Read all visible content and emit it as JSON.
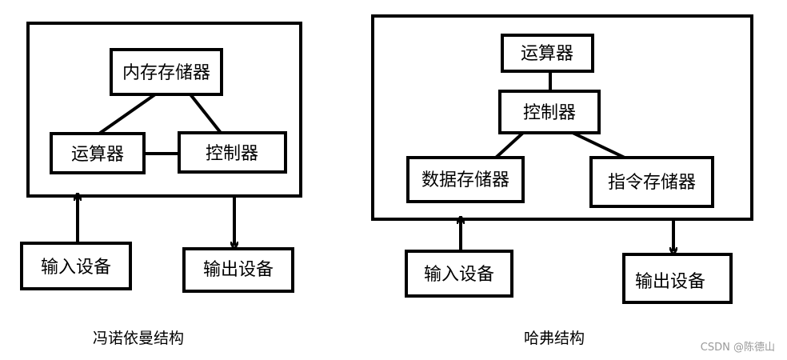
{
  "von_neumann": {
    "memory": "内存存储器",
    "alu": "运算器",
    "controller": "控制器",
    "input": "输入设备",
    "output": "输出设备",
    "caption": "冯诺依曼结构"
  },
  "harvard": {
    "alu": "运算器",
    "controller": "控制器",
    "data_memory": "数据存储器",
    "instruction_memory": "指令存储器",
    "input": "输入设备",
    "output": "输出设备",
    "caption": "哈弗结构"
  },
  "watermark": "CSDN @陈德山"
}
